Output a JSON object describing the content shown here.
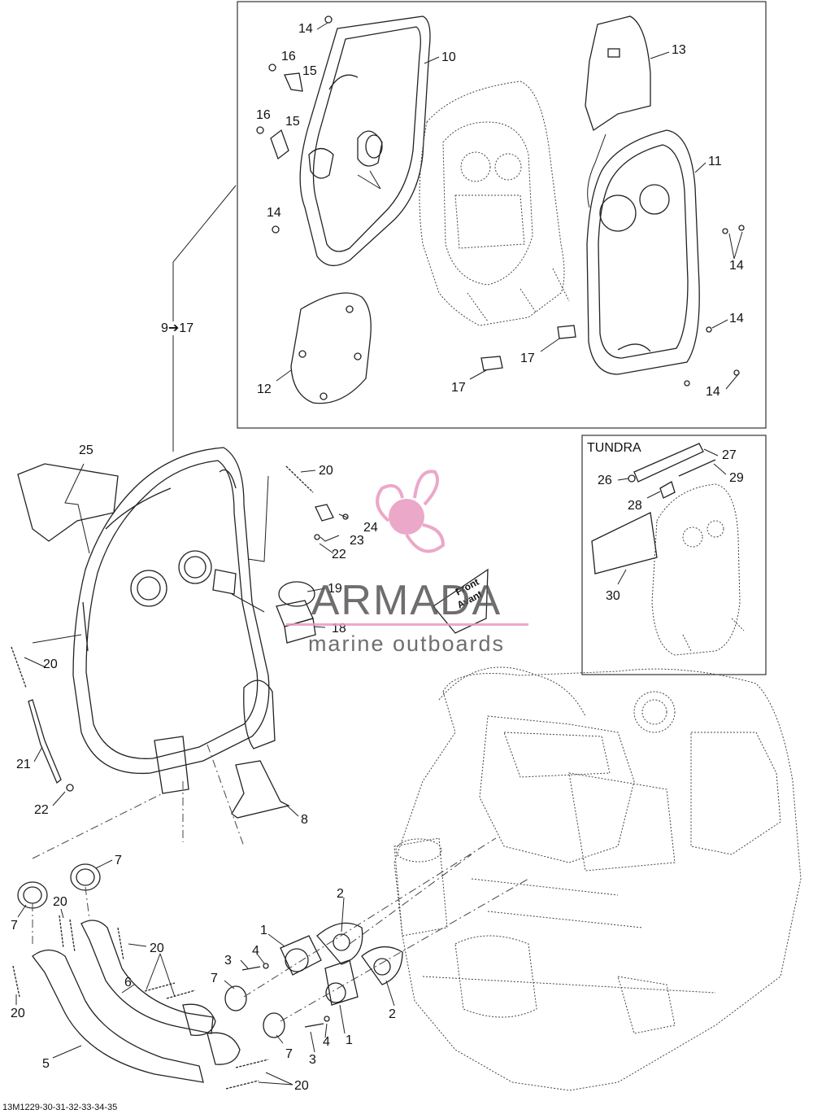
{
  "diagram": {
    "reference_code": "13M1229-30-31-32-33-34-35",
    "inset_label": "TUNDRA",
    "flow_label": "9➔17",
    "direction_tag": [
      "Front",
      "Avant"
    ]
  },
  "watermark": {
    "brand": "ARMADA",
    "tagline": "marine outboards",
    "accent_color": "#e89ac0"
  },
  "callouts": {
    "c1a": "1",
    "c1b": "1",
    "c2a": "2",
    "c2b": "2",
    "c3a": "3",
    "c3b": "3",
    "c4a": "4",
    "c4b": "4",
    "c5": "5",
    "c6": "6",
    "c7a": "7",
    "c7b": "7",
    "c7c": "7",
    "c7d": "7",
    "c8": "8",
    "c10": "10",
    "c11": "11",
    "c12": "12",
    "c13": "13",
    "c14a": "14",
    "c14b": "14",
    "c14c": "14",
    "c14d": "14",
    "c14e": "14",
    "c15a": "15",
    "c15b": "15",
    "c16a": "16",
    "c16b": "16",
    "c17a": "17",
    "c17b": "17",
    "c18": "18",
    "c19": "19",
    "c20a": "20",
    "c20b": "20",
    "c20c": "20",
    "c20d": "20",
    "c20e": "20",
    "c20f": "20",
    "c21": "21",
    "c22a": "22",
    "c22b": "22",
    "c23": "23",
    "c24": "24",
    "c25": "25",
    "c26": "26",
    "c27": "27",
    "c28": "28",
    "c29": "29",
    "c30": "30"
  }
}
